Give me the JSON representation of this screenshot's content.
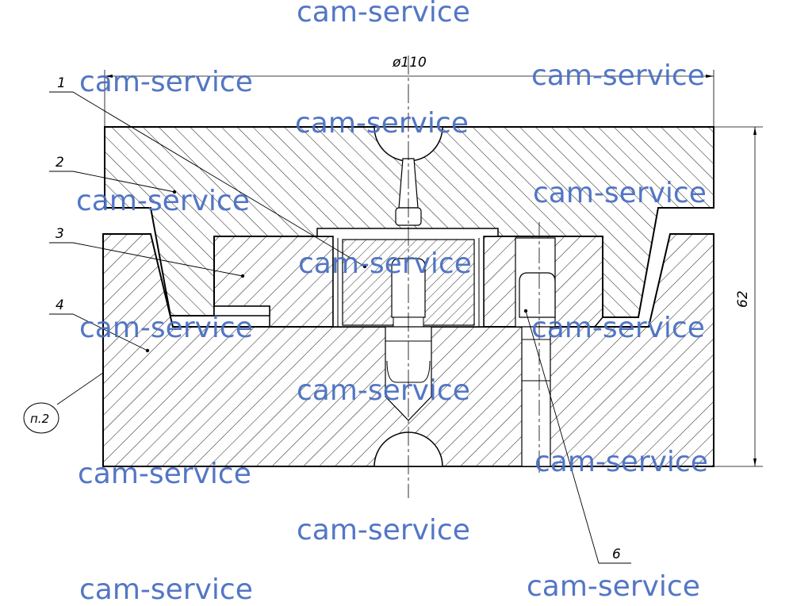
{
  "dimensions": {
    "diameter": "ø110",
    "height": "62"
  },
  "callouts": [
    "1",
    "2",
    "3",
    "4",
    "6"
  ],
  "note": "п.2",
  "watermark": "cam-service",
  "colors": {
    "line": "#000000",
    "watermark": "#4a6fc2"
  }
}
